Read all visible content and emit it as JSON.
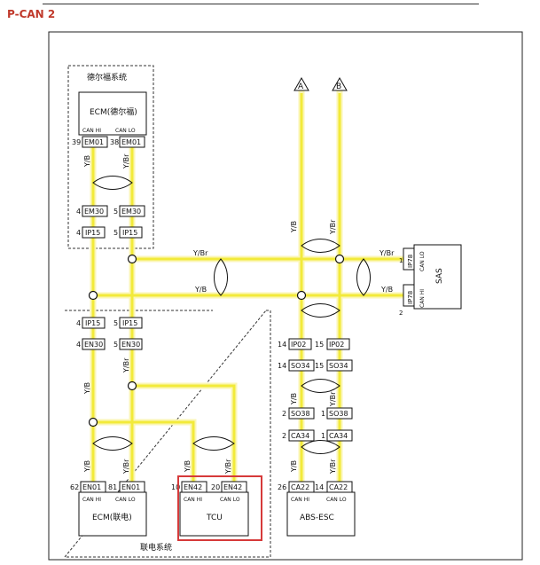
{
  "page_title": "P-CAN 2",
  "colors": {
    "wire_core": "#f2ea3a",
    "wire_glow": "#fbf6b5",
    "highlight_box": "#d63a3a",
    "text": "#111111"
  },
  "groups": {
    "top_system": "德尔福系统",
    "bottom_system": "联电系统"
  },
  "offpage": {
    "a": "A",
    "b": "B"
  },
  "ecm_top": {
    "name": "ECM(德尔福)",
    "hi_label": "CAN HI",
    "lo_label": "CAN LO",
    "pin_left": "39",
    "pin_right": "38",
    "conn_left": "EM01",
    "conn_right": "EM01"
  },
  "em30": {
    "pin_left": "4",
    "pin_right": "5",
    "conn_left": "EM30",
    "conn_right": "EM30"
  },
  "ip15_top": {
    "pin_left": "4",
    "pin_right": "5",
    "conn_left": "IP15",
    "conn_right": "IP15"
  },
  "ip15_bottom": {
    "pin_left": "4",
    "pin_right": "5",
    "conn_left": "IP15",
    "conn_right": "IP15"
  },
  "en30": {
    "pin_left": "4",
    "pin_right": "5",
    "conn_left": "EN30",
    "conn_right": "EN30"
  },
  "ecm_bottom": {
    "name": "ECM(联电)",
    "hi_label": "CAN HI",
    "lo_label": "CAN LO",
    "pin_left": "62",
    "pin_right": "81",
    "conn_left": "EN01",
    "conn_right": "EN01"
  },
  "tcu": {
    "name": "TCU",
    "hi_label": "CAN HI",
    "lo_label": "CAN LO",
    "pin_left": "10",
    "pin_right": "20",
    "conn_left": "EN42",
    "conn_right": "EN42"
  },
  "sas": {
    "name": "SAS",
    "hi_label": "CAN HI",
    "lo_label": "CAN LO",
    "pin_lo": "1",
    "pin_hi": "2",
    "conn_lo": "IP78",
    "conn_hi": "IP78"
  },
  "abs_chain": {
    "ip02": {
      "pin_left": "14",
      "pin_right": "15",
      "conn_left": "IP02",
      "conn_right": "IP02"
    },
    "so34": {
      "pin_left": "14",
      "pin_right": "15",
      "conn_left": "SO34",
      "conn_right": "SO34"
    },
    "so38": {
      "pin_left": "2",
      "pin_right": "1",
      "conn_left": "SO38",
      "conn_right": "SO38"
    },
    "ca34": {
      "pin_left": "2",
      "pin_right": "1",
      "conn_left": "CA34",
      "conn_right": "CA34"
    },
    "ca22": {
      "pin_left": "26",
      "pin_right": "14",
      "conn_left": "CA22",
      "conn_right": "CA22"
    }
  },
  "abs_esc": {
    "name": "ABS-ESC",
    "hi_label": "CAN HI",
    "lo_label": "CAN LO"
  },
  "wire_colors": {
    "hi": "Y/B",
    "lo": "Y/Br"
  }
}
